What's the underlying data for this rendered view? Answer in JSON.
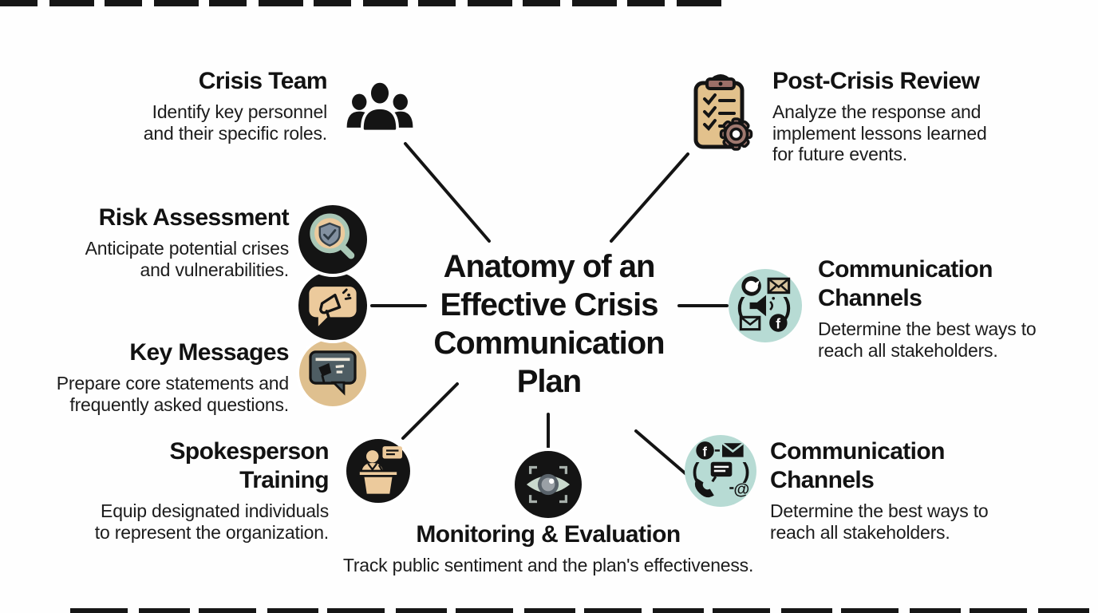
{
  "center": {
    "title_lines": [
      "Anatomy of an",
      "Effective Crisis",
      "Communication",
      "Plan"
    ]
  },
  "nodes": {
    "crisis_team": {
      "title": "Crisis Team",
      "desc_lines": [
        "Identify key personnel",
        "and their specific roles."
      ],
      "icon": "people-group-icon"
    },
    "post_crisis_review": {
      "title": "Post-Crisis Review",
      "desc_lines": [
        "Analyze the response and",
        "implement lessons learned",
        "for future events."
      ],
      "icon": "clipboard-gear-icon"
    },
    "risk_assessment": {
      "title": "Risk Assessment",
      "desc_lines": [
        "Anticipate potential crises",
        "and vulnerabilities."
      ],
      "icon": "magnifier-shield-icon"
    },
    "key_messages": {
      "title": "Key Messages",
      "desc_lines": [
        "Prepare core statements and",
        "frequently asked questions."
      ],
      "icon": "slate-speech-bubble-megaphone-icon"
    },
    "communication_channels_right": {
      "title_lines": [
        "Communication",
        "Channels"
      ],
      "desc_lines": [
        "Determine the best ways to",
        "reach all stakeholders."
      ],
      "icon": "social-channels-icon"
    },
    "spokesperson_training": {
      "title_lines": [
        "Spokesperson",
        "Training"
      ],
      "desc_lines": [
        "Equip designated individuals",
        "to represent the organization."
      ],
      "icon": "podium-speaker-icon"
    },
    "monitoring_evaluation": {
      "title": "Monitoring & Evaluation",
      "desc_lines": [
        "Track public sentiment and the plan's effectiveness."
      ],
      "icon": "eye-viewfinder-icon"
    },
    "communication_channels_bottom": {
      "title_lines": [
        "Communication",
        "Channels"
      ],
      "desc_lines": [
        "Determine the best ways to",
        "reach all stakeholders."
      ],
      "icon": "contact-channels-icon"
    }
  },
  "left_center_icon": {
    "icon": "megaphone-speech-bubble-icon"
  },
  "icon_glyphs": {
    "facebook_letter": "f",
    "at_sign": "@",
    "paren_open": "(",
    "paren_close": ")"
  },
  "colors": {
    "ink": "#141414",
    "tan": "#e2c18c",
    "tan_light": "#ecca9c",
    "mint": "#b7dbd4",
    "clip_brown": "#9c6f68",
    "gear_mauve": "#a1796f",
    "sage": "#a9c7b6",
    "shield_gray": "#8290a0",
    "slate": "#4e5d63",
    "eye_sclera": "#c9d9cd",
    "iris_gray": "#59626a",
    "pupil_gray": "#9aa0a6",
    "bracket_gray": "#a7b0ab"
  }
}
